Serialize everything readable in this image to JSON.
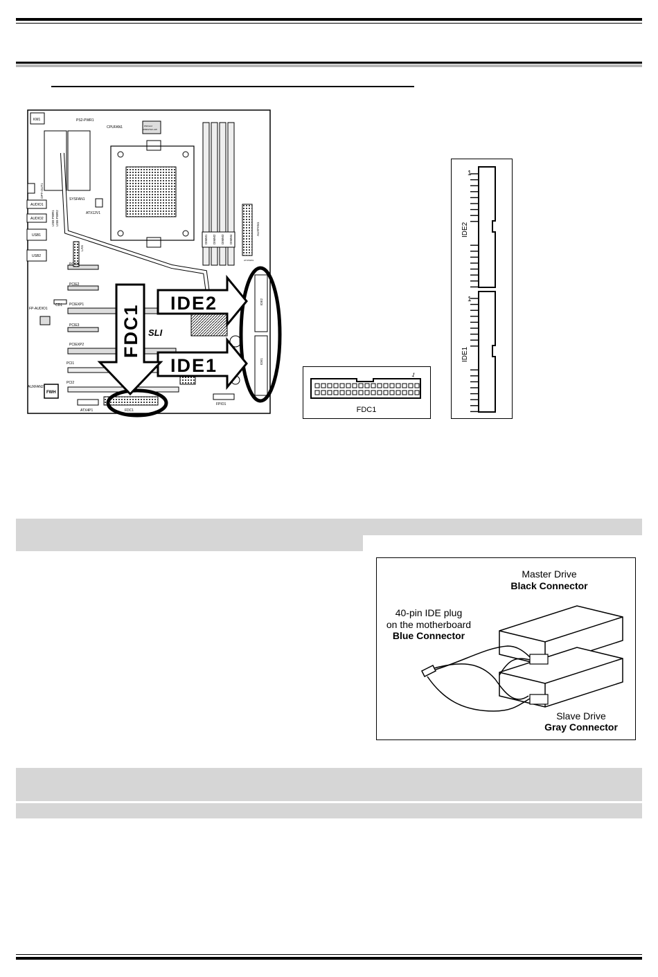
{
  "board": {
    "labels": {
      "km1": "KM1",
      "ps2": "PS2-PWR1",
      "cpufan": "CPUFAN1",
      "winbond1": "Winbond",
      "winbond2": "W83627HF-AW",
      "sysfan": "SYSFAN1",
      "atx12v": "ATX12V1",
      "audio1": "AUDIO1",
      "audio2": "AUDIO2",
      "optical": "OPT-OUT1",
      "usbpwr1": "USB-PWR1",
      "usbpwr2": "USB-PWR2",
      "usb1": "USB1",
      "usb2": "USB2",
      "lan": "LAN",
      "dimm1": "DIMM1",
      "dimm2": "DIMM2",
      "dimm3": "DIMM3",
      "dimm4": "DIMM4",
      "auxfan1": "AUXFAN1",
      "atxpwr": "ATXPWR1",
      "pcie1": "PCIE1",
      "pcie2": "PCIE2",
      "pciexp1": "PCIEXP1",
      "cd1": "CD1",
      "fpaudio": "FP-AUDIO1",
      "pcie3": "PCIE3",
      "pciexp2": "PCIEXP2",
      "sli": "SLI",
      "pci1": "PCI1",
      "pci2": "PCI2",
      "auxfan2": "AUXFAN2",
      "fwh": "FWH",
      "atx4p": "ATX4P1",
      "fdc1": "FDC1",
      "ide1": "IDE1",
      "ide2": "IDE2",
      "fpio1": "FPIO1"
    },
    "callout_fdc": "FDC1",
    "callout_ide2": "IDE2",
    "callout_ide1": "IDE1"
  },
  "pinout": {
    "fdc_label": "FDC1",
    "fdc_pin": "1",
    "ide2_label": "IDE2",
    "ide2_pin": "1",
    "ide1_label": "IDE1",
    "ide1_pin": "1"
  },
  "drive": {
    "master_1": "Master Drive",
    "master_2": "Black Connector",
    "plug_1": "40-pin IDE plug",
    "plug_2": "on the motherboard",
    "plug_3": "Blue Connector",
    "slave_1": "Slave Drive",
    "slave_2": "Gray Connector"
  }
}
